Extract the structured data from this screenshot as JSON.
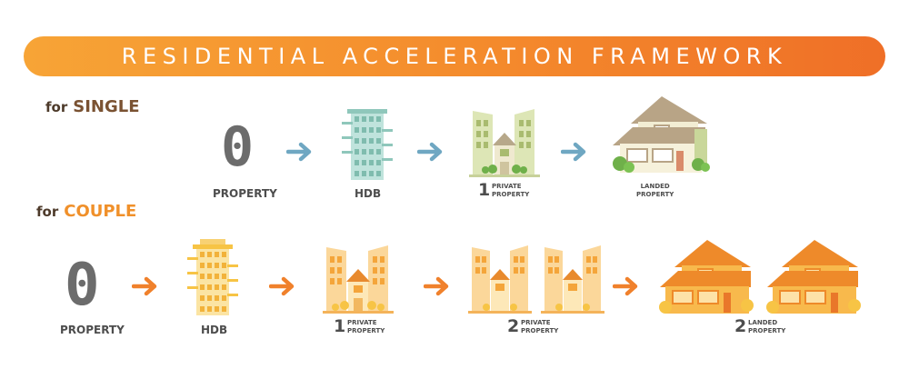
{
  "banner": {
    "title": "RESIDENTIAL ACCELERATION FRAMEWORK"
  },
  "single": {
    "label_prefix": "for",
    "label_highlight": "SINGLE",
    "zero": "0",
    "property_label": "PROPERTY",
    "hdb_label": "HDB",
    "private": {
      "number": "1",
      "line1": "PRIVATE",
      "line2": "PROPERTY"
    },
    "landed": {
      "line1": "LANDED",
      "line2": "PROPERTY"
    }
  },
  "couple": {
    "label_prefix": "for",
    "label_highlight": "COUPLE",
    "zero": "0",
    "property_label": "PROPERTY",
    "hdb_label": "HDB",
    "private1": {
      "number": "1",
      "line1": "PRIVATE",
      "line2": "PROPERTY"
    },
    "private2": {
      "number": "2",
      "line1": "PRIVATE",
      "line2": "PROPERTY"
    },
    "landed": {
      "number": "2",
      "line1": "LANDED",
      "line2": "PROPERTY"
    }
  },
  "colors": {
    "banner_start": "#f7a436",
    "banner_end": "#ef6f27",
    "single_accent": "#7a5232",
    "couple_accent": "#f0902a",
    "single_arrow": "#6fa7c2",
    "couple_arrow": "#f0812c",
    "hdb_single": "#8fc7bb",
    "hdb_couple": "#f7c445",
    "private_single": "#c2cf8e",
    "landed_single_roof": "#b8a486",
    "orange_building": "#f6a93a"
  },
  "icons": [
    "arrow-right-icon",
    "hdb-building-icon",
    "private-property-icon",
    "landed-house-icon"
  ]
}
